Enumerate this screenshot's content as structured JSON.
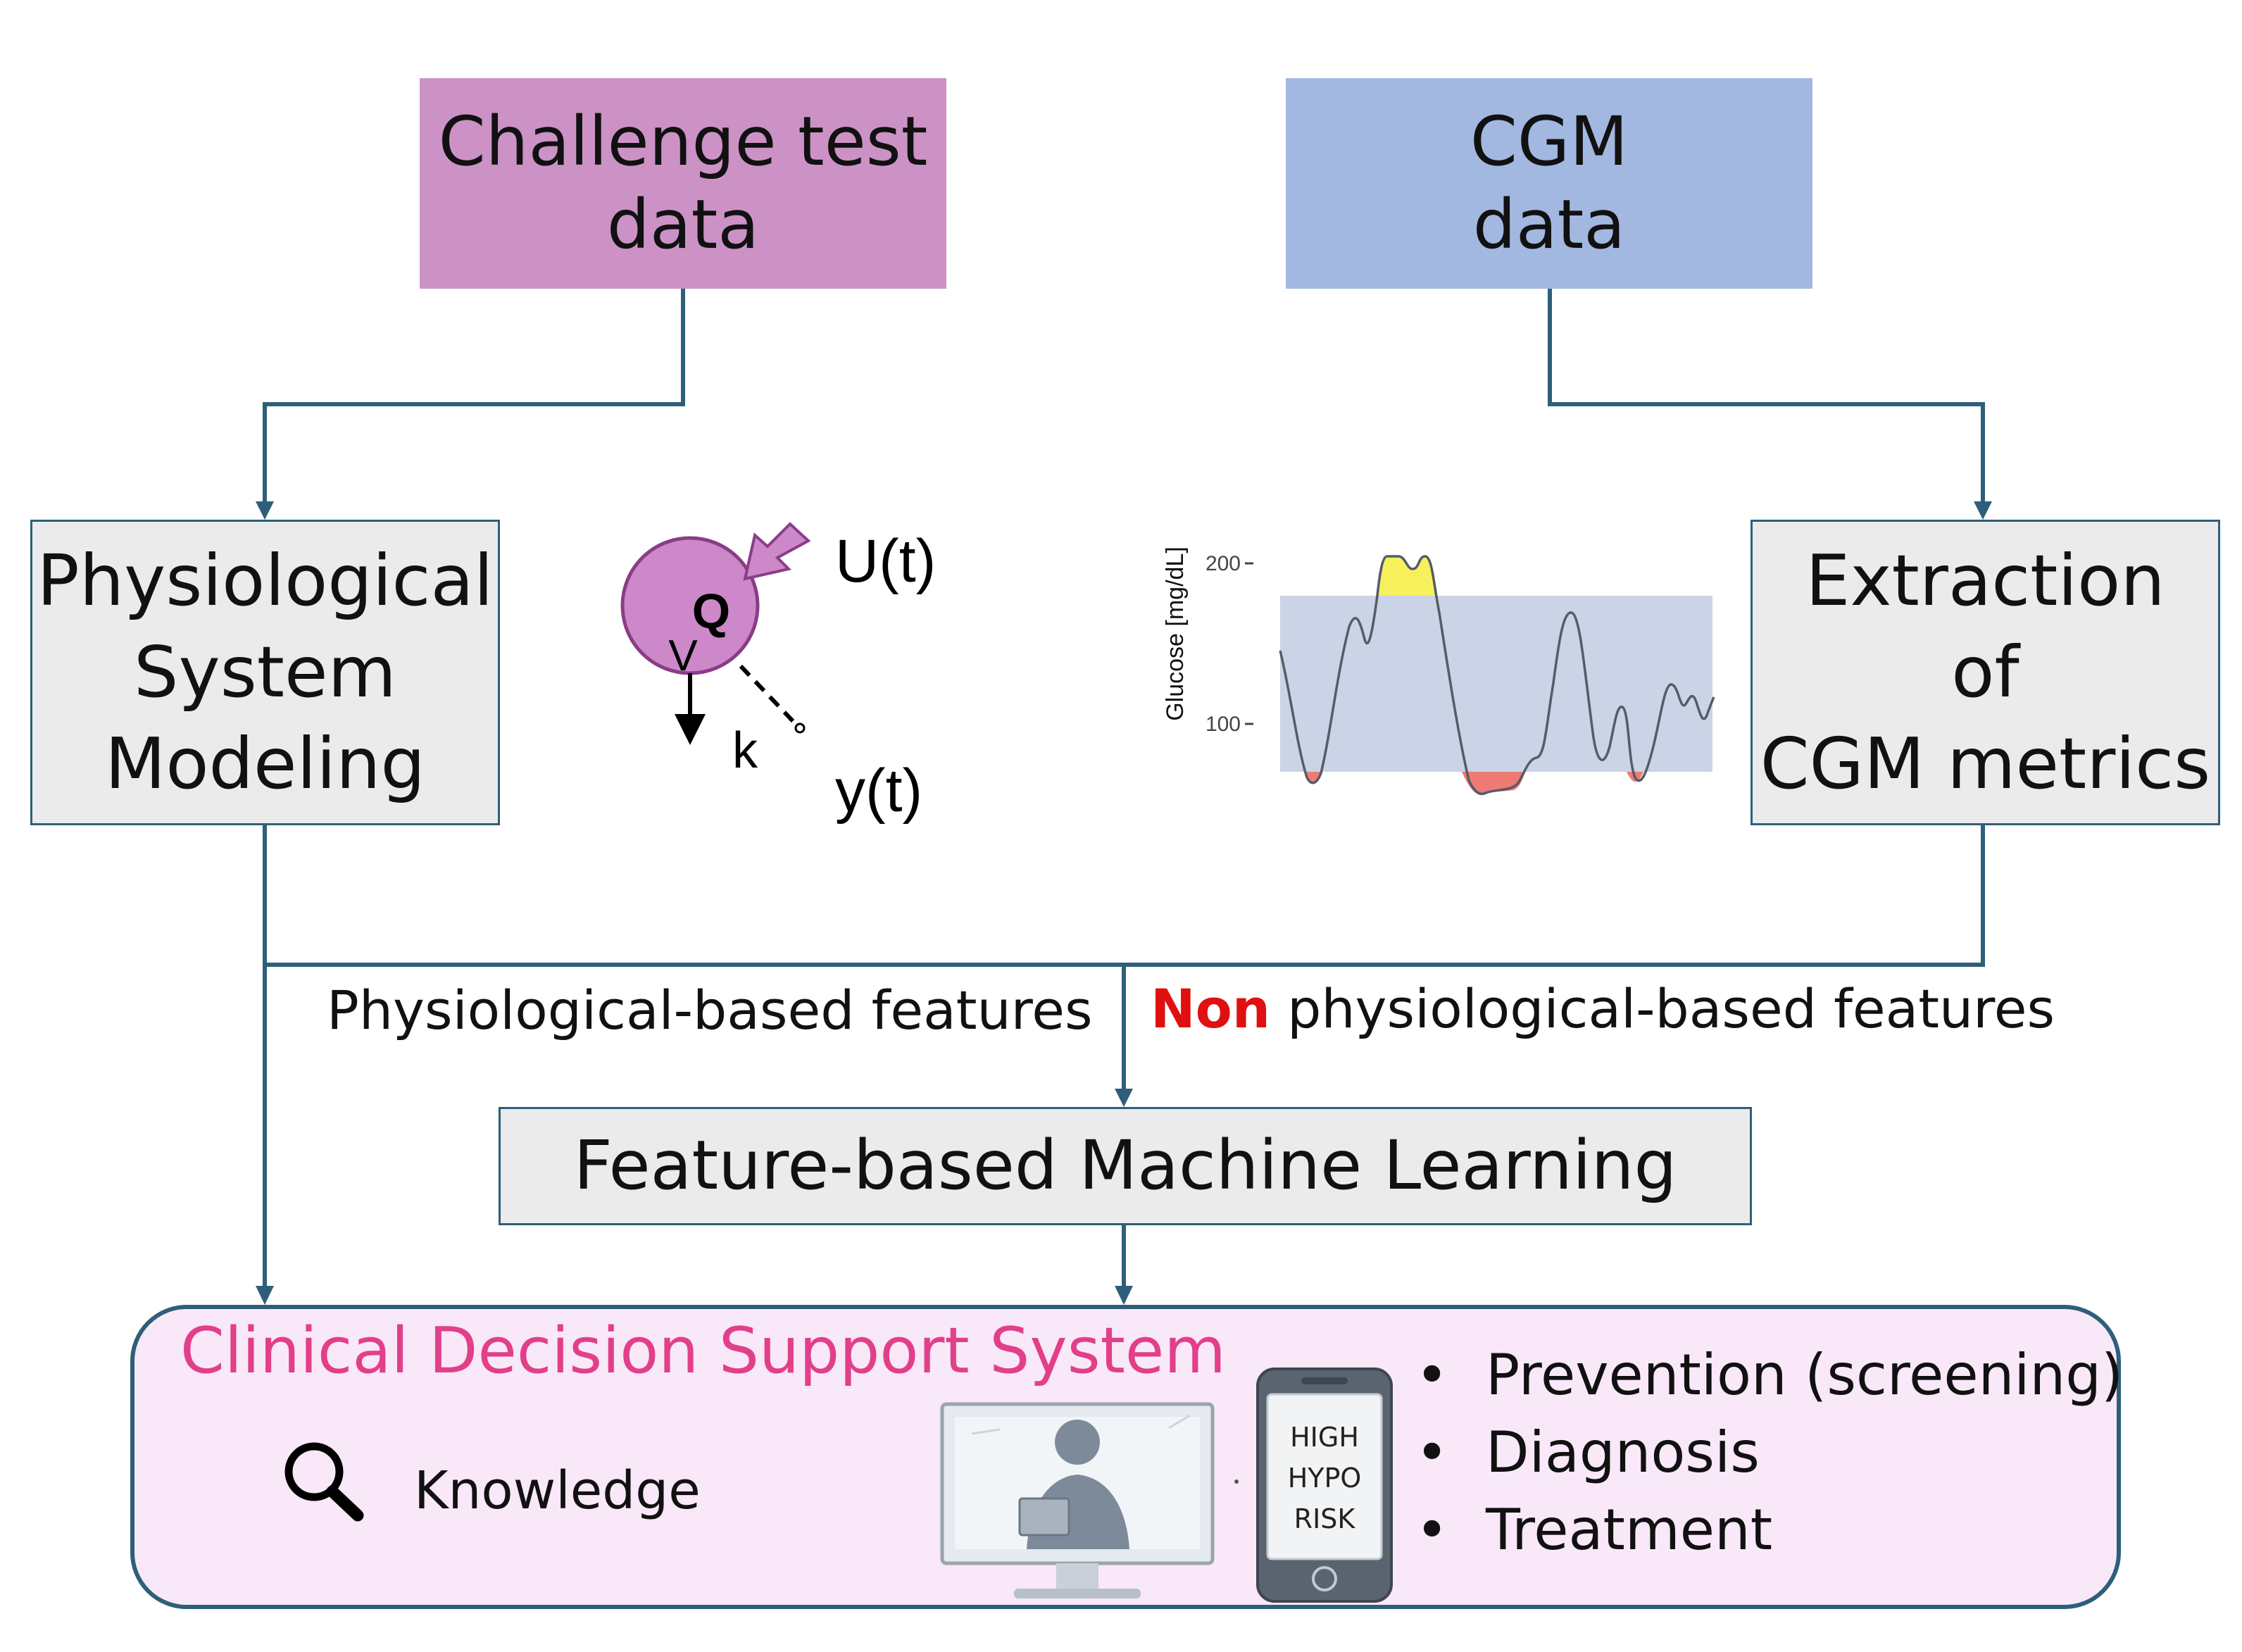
{
  "boxes": {
    "challenge": {
      "line1": "Challenge test",
      "line2": "data"
    },
    "cgm": {
      "line1": "CGM",
      "line2": "data"
    },
    "physiological_modeling": {
      "line1": "Physiological",
      "line2": "System",
      "line3": "Modeling"
    },
    "extraction": {
      "line1": "Extraction",
      "line2": "of",
      "line3": "CGM metrics"
    },
    "machine_learning": "Feature-based Machine Learning"
  },
  "features": {
    "physiological": "Physiological-based features",
    "non_prefix": "Non",
    "non_rest": " physiological-based features"
  },
  "model_diagram": {
    "compartment": "Q",
    "volume": "V",
    "rate": "k",
    "input": "U(t)",
    "output": "y(t)"
  },
  "glucose_plot": {
    "ylabel": "Glucose [mg/dL]",
    "y_ticks": [
      "200",
      "100"
    ]
  },
  "cdss": {
    "title": "Clinical Decision Support System",
    "knowledge": "Knowledge",
    "phone_text": [
      "HIGH",
      "HYPO",
      "RISK"
    ],
    "bullets": [
      "Prevention (screening)",
      "Diagnosis",
      "Treatment"
    ]
  },
  "colors": {
    "challenge_fill": "#cc92c6",
    "cgm_fill": "#a3b8e0",
    "box_fill": "#ebebeb",
    "connector": "#2e5f7a",
    "cdss_fill": "#f9e8f8",
    "cdss_title": "#e23f8a",
    "non_highlight": "#e01010",
    "compartment_fill": "#cc88c9",
    "target_range": "#cbd3e6",
    "hyper": "#f7ef5c",
    "hypo": "#f07a74"
  },
  "icons": [
    "magnifier-icon",
    "clinician-monitor-icon",
    "smartphone-icon",
    "arrow-head-icon"
  ]
}
